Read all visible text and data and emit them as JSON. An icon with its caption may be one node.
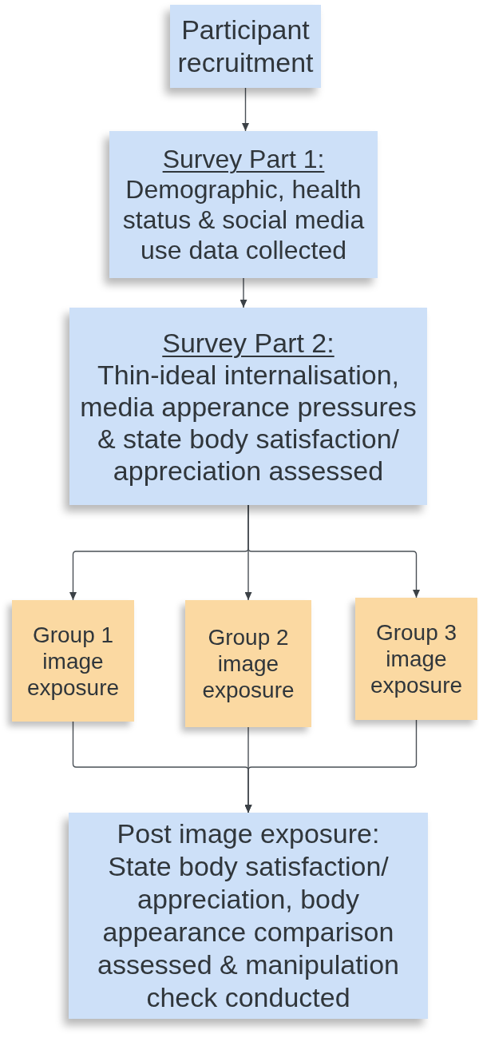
{
  "diagram": {
    "nodes": [
      {
        "text": [
          "Participant recruitment"
        ]
      },
      {
        "text": [
          "Survey Part 1:",
          "Demographic, health status & social media use data collected"
        ]
      },
      {
        "text": [
          "Survey Part 2:",
          "Thin-ideal internalisation, media apperance pressures & state body satisfaction/ appreciation assessed"
        ]
      },
      {
        "text": [
          "Group 1 image exposure"
        ]
      },
      {
        "text": [
          "Group 2 image exposure"
        ]
      },
      {
        "text": [
          "Group 3 image exposure"
        ]
      },
      {
        "text": [
          "Post image exposure: State body satisfaction/ appreciation, body appearance comparison assessed & manipulation check conducted"
        ]
      }
    ],
    "edges": [
      {
        "from": 0,
        "to": 1,
        "arrow": "to"
      },
      {
        "from": 1,
        "to": 2,
        "arrow": "to"
      },
      {
        "from": 2,
        "to": 3,
        "arrow": "to"
      },
      {
        "from": 2,
        "to": 4,
        "arrow": "to"
      },
      {
        "from": 2,
        "to": 5,
        "arrow": "to"
      },
      {
        "from": 3,
        "to": 6,
        "arrow": "to"
      },
      {
        "from": 4,
        "to": 6,
        "arrow": "to"
      },
      {
        "from": 5,
        "to": 6,
        "arrow": "to"
      }
    ]
  }
}
